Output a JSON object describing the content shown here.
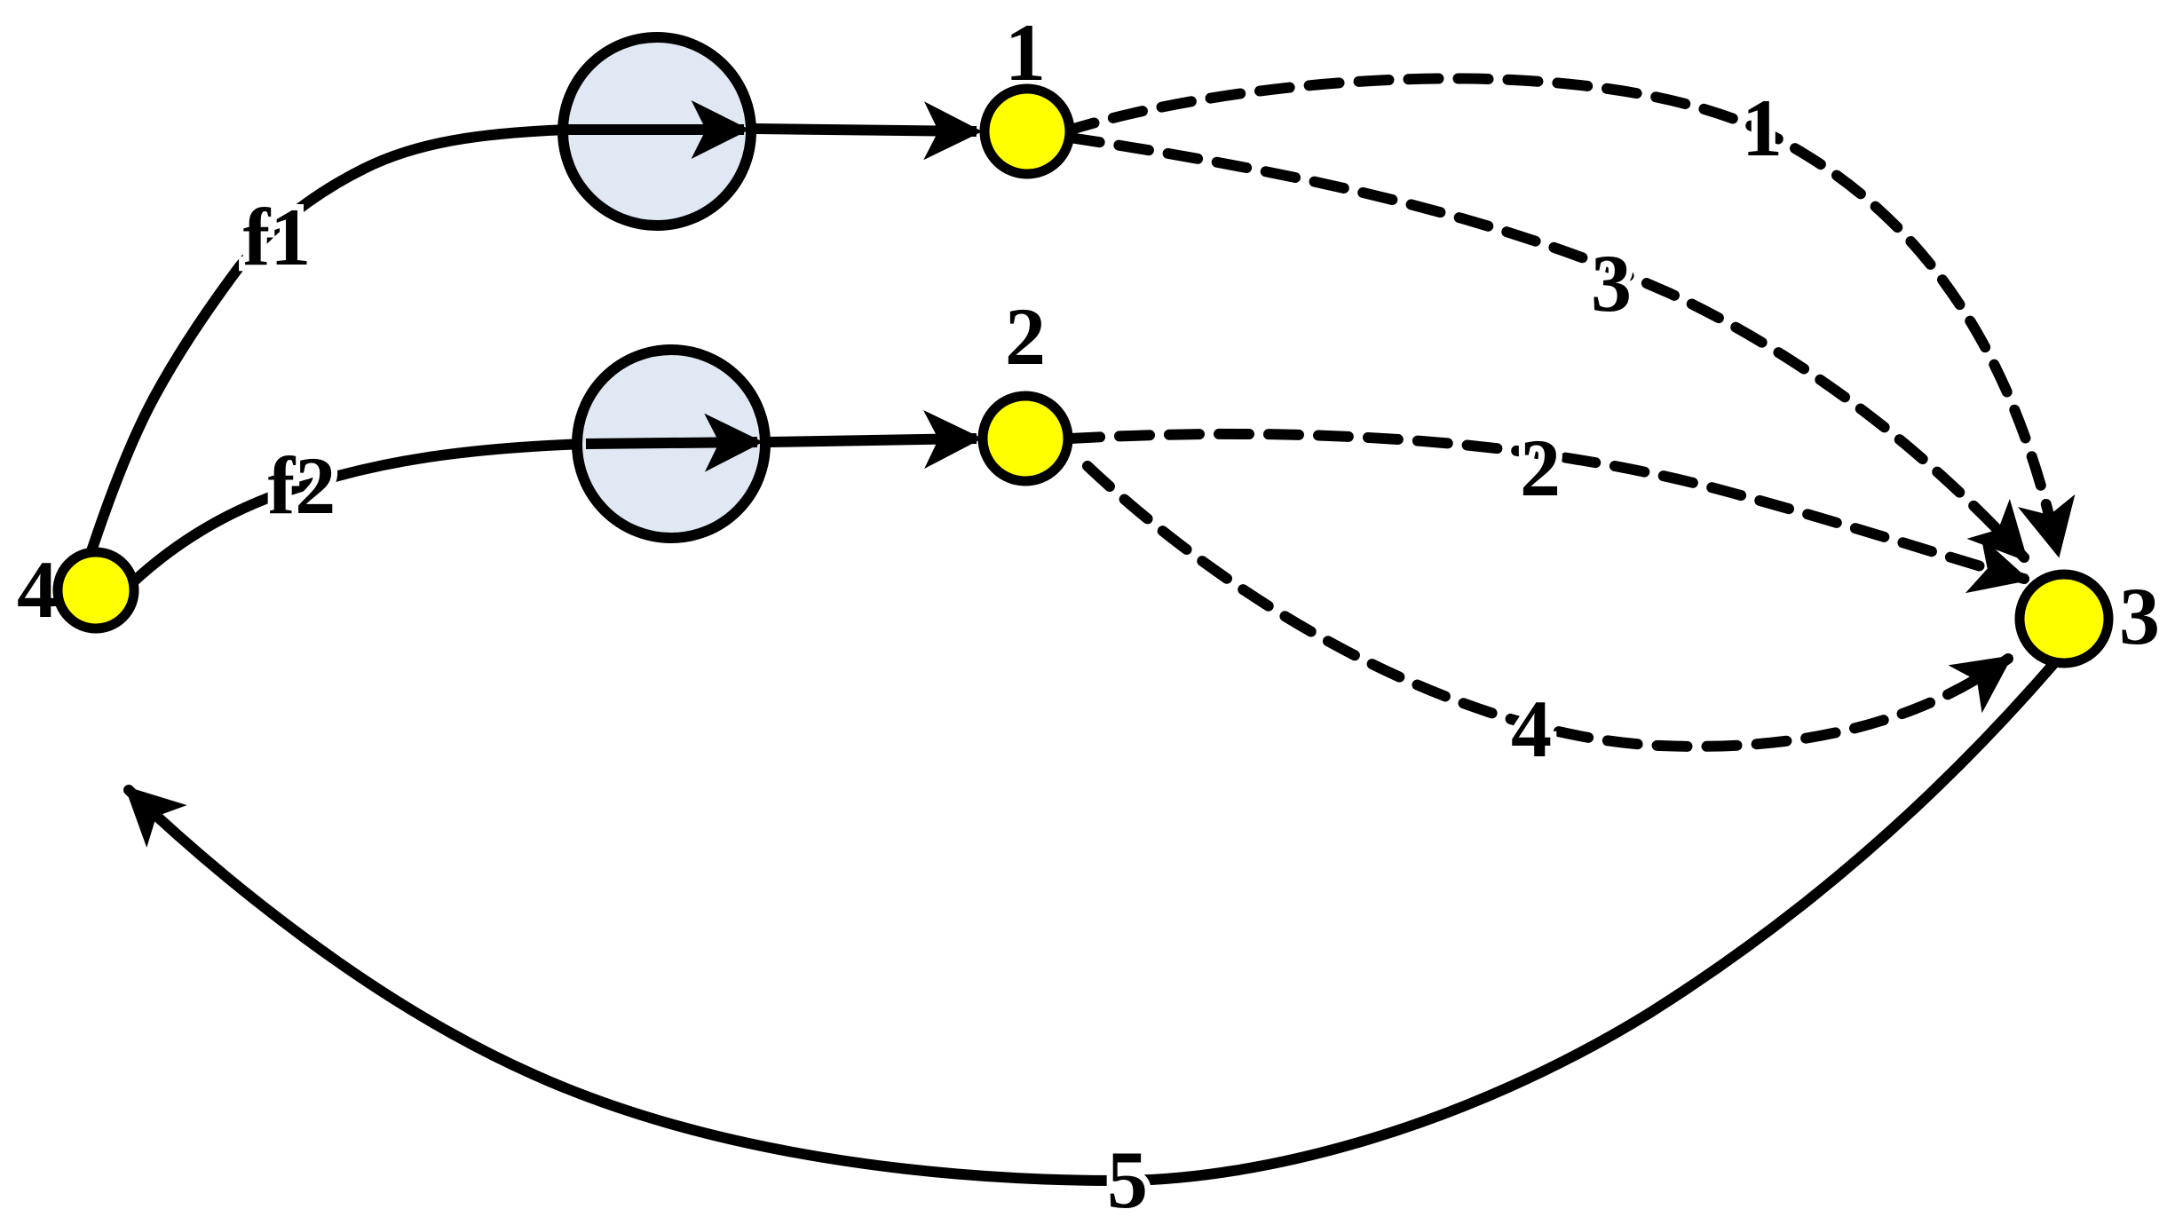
{
  "diagram": {
    "colors": {
      "line": "#000000",
      "node_fill": "#ffff00",
      "pump_fill": "#dfe8f3",
      "background": "#ffffff"
    },
    "nodes": [
      {
        "id": "1",
        "label": "1"
      },
      {
        "id": "2",
        "label": "2"
      },
      {
        "id": "3",
        "label": "3"
      },
      {
        "id": "4",
        "label": "4"
      }
    ],
    "sources": [
      {
        "id": "f1",
        "label": "f1",
        "icon": "circle-arrow-icon"
      },
      {
        "id": "f2",
        "label": "f2",
        "icon": "circle-arrow-icon"
      }
    ],
    "edges": [
      {
        "id": "1",
        "label": "1",
        "from": "1",
        "to": "3",
        "style": "dashed"
      },
      {
        "id": "2",
        "label": "2",
        "from": "2",
        "to": "3",
        "style": "dashed"
      },
      {
        "id": "3",
        "label": "3",
        "from": "1",
        "to": "3",
        "style": "dashed"
      },
      {
        "id": "4",
        "label": "4",
        "from": "2",
        "to": "3",
        "style": "dashed"
      },
      {
        "id": "5",
        "label": "5",
        "from": "3",
        "to": "4",
        "style": "solid"
      }
    ]
  }
}
